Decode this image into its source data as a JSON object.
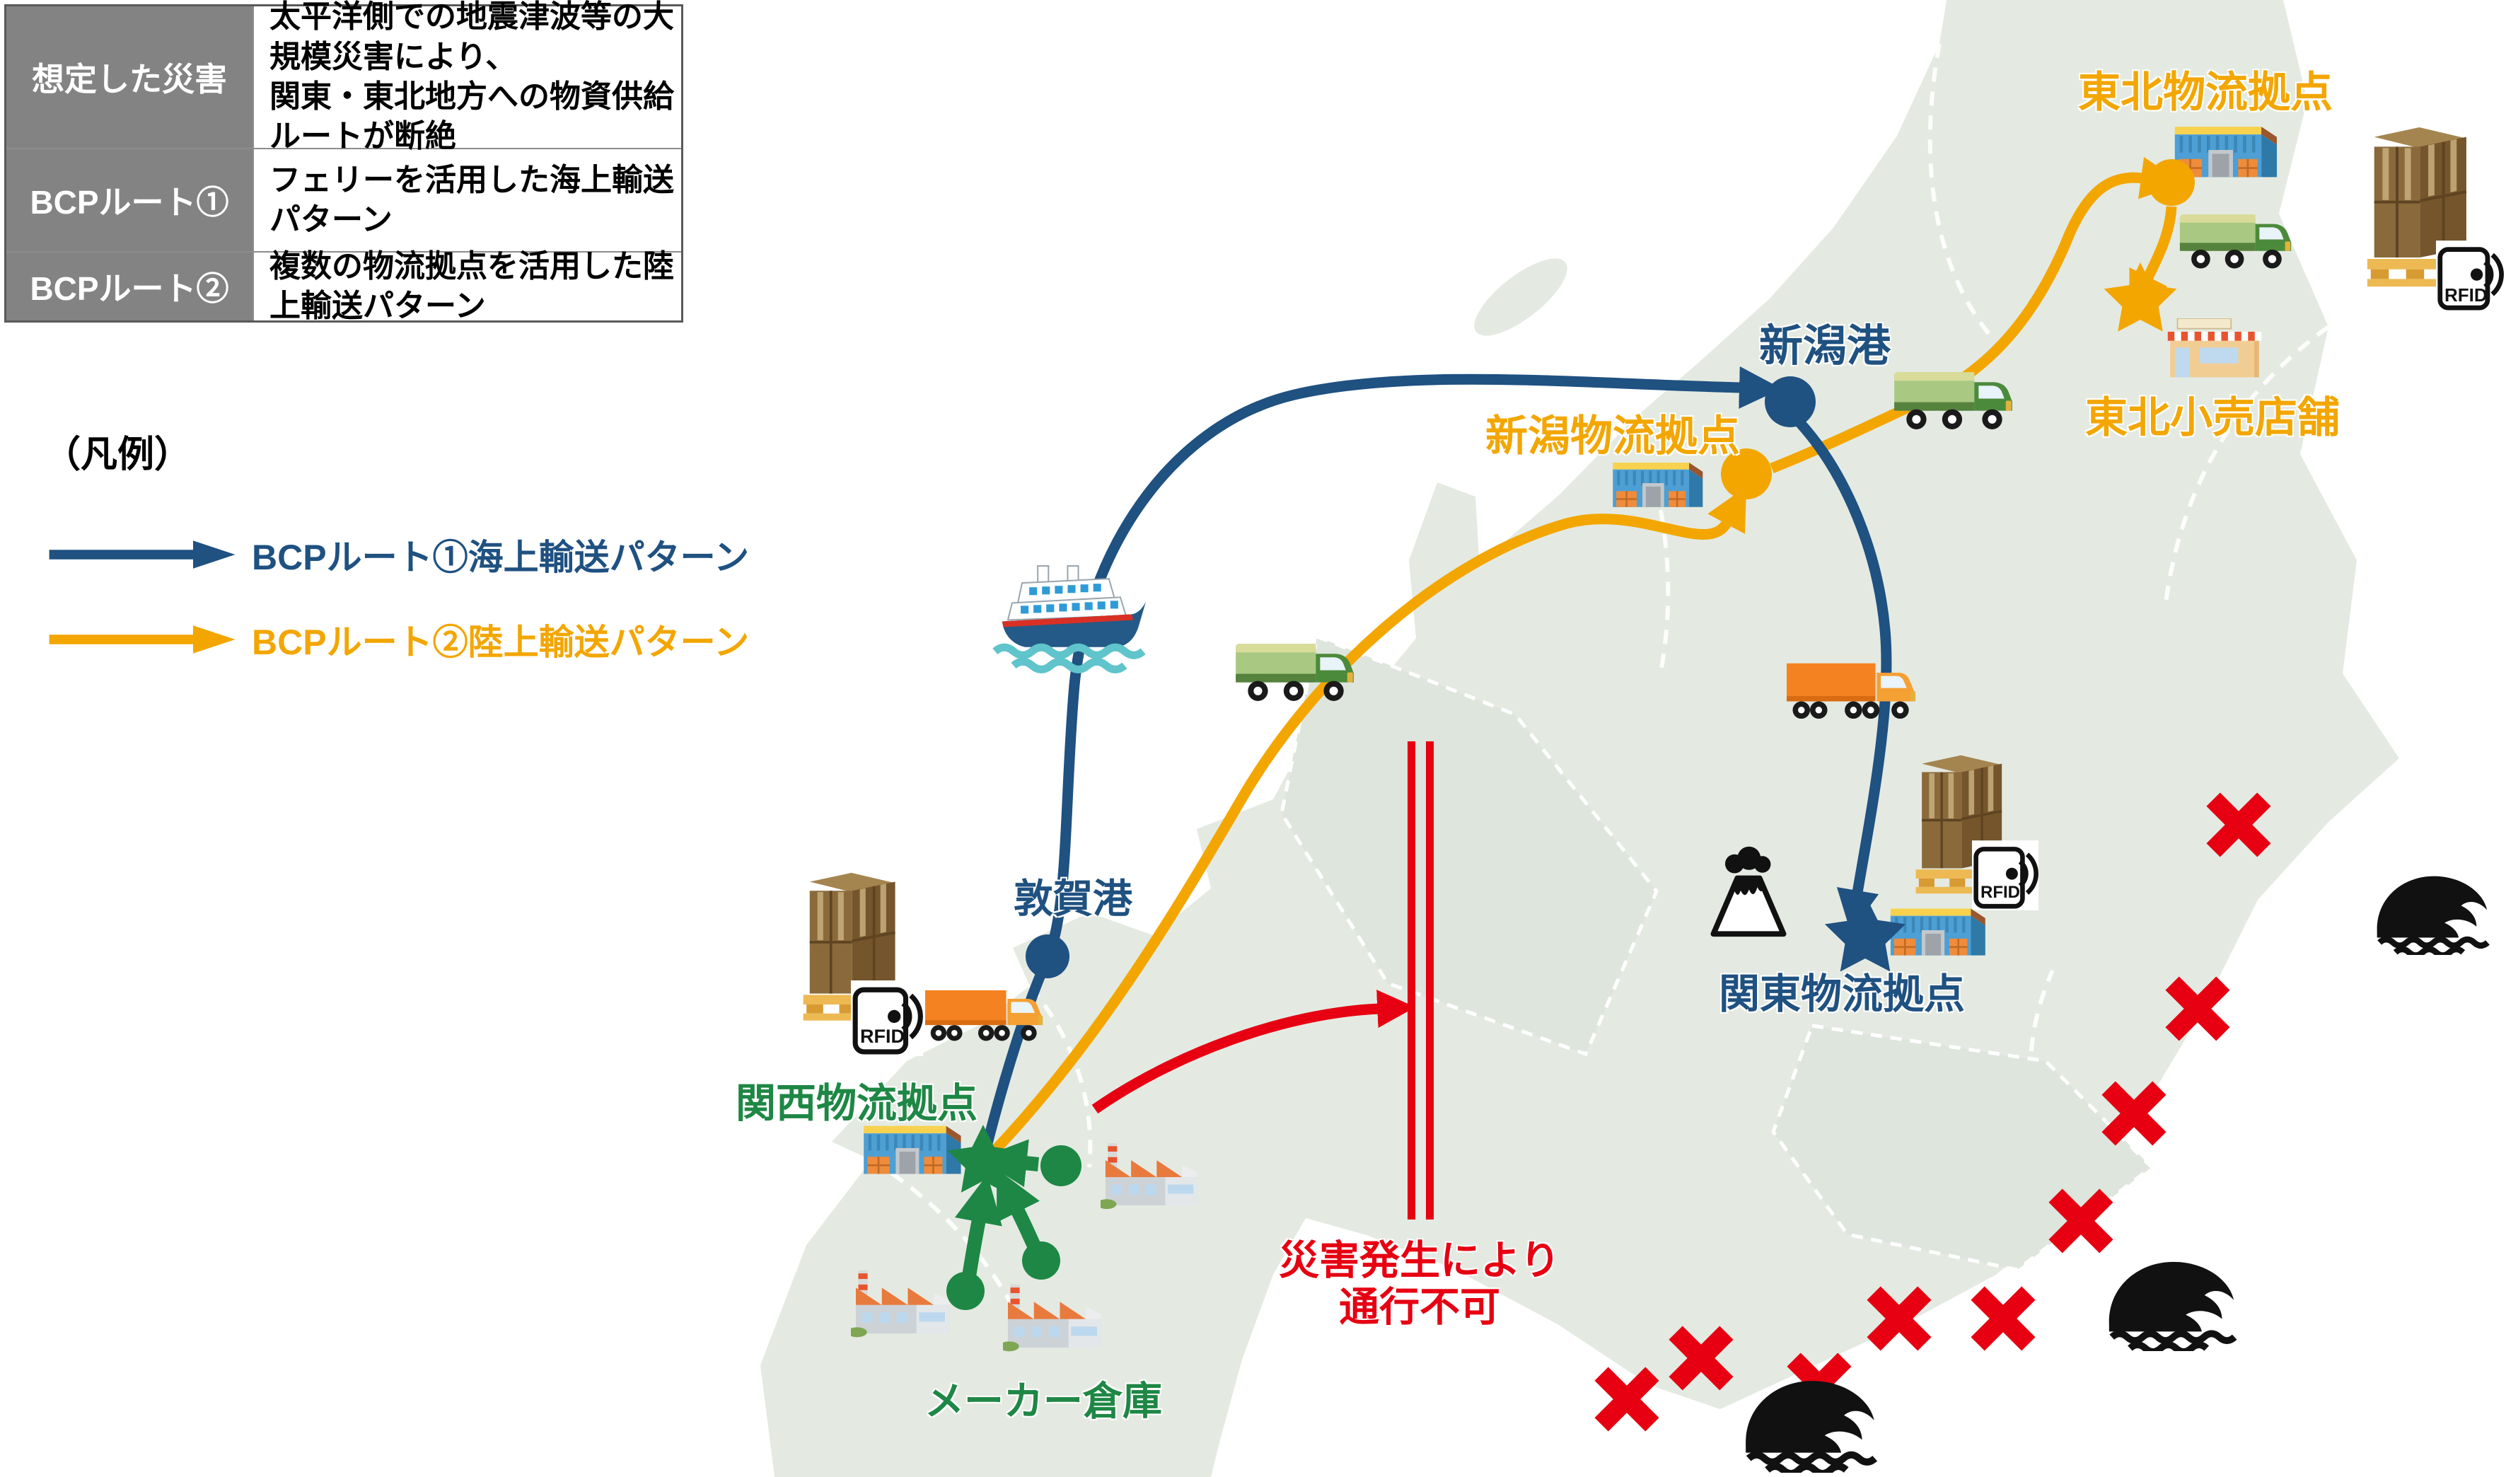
{
  "table": {
    "rows": [
      {
        "header": "想定した災害",
        "body": "太平洋側での地震津波等の大規模災害により、\n関東・東北地方への物資供給ルートが断絶"
      },
      {
        "header": "BCPルート①",
        "body": "フェリーを活用した海上輸送パターン"
      },
      {
        "header": "BCPルート②",
        "body": "複数の物流拠点を活用した陸上輸送パターン"
      }
    ]
  },
  "legend": {
    "title": "（凡例）",
    "items": [
      {
        "label": "BCPルート①海上輸送パターン",
        "color": "#1F5181"
      },
      {
        "label": "BCPルート②陸上輸送パターン",
        "color": "#F3A600"
      }
    ]
  },
  "map": {
    "labels": {
      "tohoku_hub": "東北物流拠点",
      "tohoku_store": "東北小売店舗",
      "niigata_port": "新潟港",
      "niigata_hub": "新潟物流拠点",
      "tsuruga_port": "敦賀港",
      "kanto_hub": "関東物流拠点",
      "kansai_hub": "関西物流拠点",
      "maker_warehouse": "メーカー倉庫",
      "blocked": "災害発生により\n通行不可"
    },
    "rfid_label": "RFID",
    "colors": {
      "sea_route": "#1F5181",
      "land_route": "#F3A600",
      "maker_route": "#1E8745",
      "alert_red": "#E60012",
      "land_fill": "#E4EAE2"
    }
  }
}
